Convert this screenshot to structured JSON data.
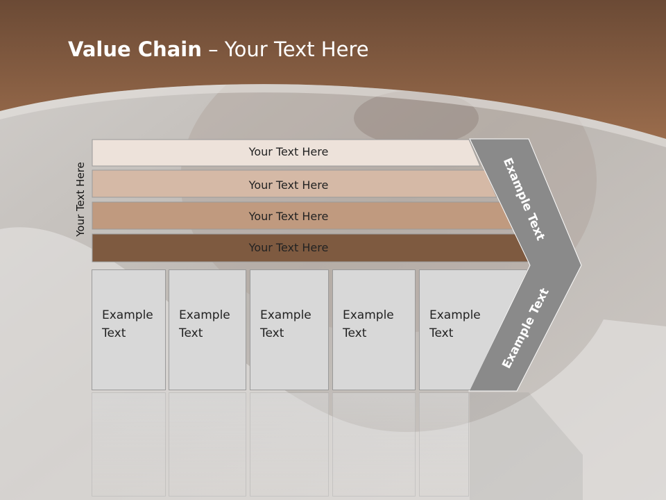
{
  "title": {
    "bold": "Value Chain",
    "rest": " – Your Text Here"
  },
  "side_label": "Your Text Here",
  "bars": [
    {
      "label": "Your Text Here",
      "color": "#ede2da"
    },
    {
      "label": "Your Text Here",
      "color": "#d5b9a6"
    },
    {
      "label": "Your Text Here",
      "color": "#c09a7f"
    },
    {
      "label": "Your Text Here",
      "color": "#7e5a40"
    }
  ],
  "boxes": [
    {
      "line1": "Example",
      "line2": "Text"
    },
    {
      "line1": "Example",
      "line2": "Text"
    },
    {
      "line1": "Example",
      "line2": "Text"
    },
    {
      "line1": "Example",
      "line2": "Text"
    },
    {
      "line1": "Example",
      "line2": "Text"
    }
  ],
  "chevron": {
    "top_label": "Example Text",
    "bottom_label": "Example Text",
    "color": "#8a8a8a"
  },
  "colors": {
    "header_brown": "#7a5640",
    "background_gray": "#c9c6c2"
  }
}
